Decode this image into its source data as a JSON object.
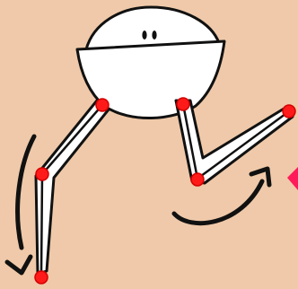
{
  "colors": {
    "background": "#efc9a9",
    "body_fill": "#ffffff",
    "outline": "#111111",
    "joint": "#ff1a1a",
    "joint_outline": "#d40000",
    "offscreen_marker": "#ff1a5a"
  },
  "figure": {
    "parts": [
      "head",
      "torso",
      "left-leg",
      "right-leg",
      "eyes"
    ],
    "joints": [
      "left-hip",
      "left-knee",
      "left-foot",
      "right-hip",
      "right-knee",
      "right-foot"
    ]
  },
  "motion_arrows": [
    {
      "name": "left-leg-motion-arrow",
      "direction": "down"
    },
    {
      "name": "right-leg-motion-arrow",
      "direction": "up-right"
    }
  ]
}
